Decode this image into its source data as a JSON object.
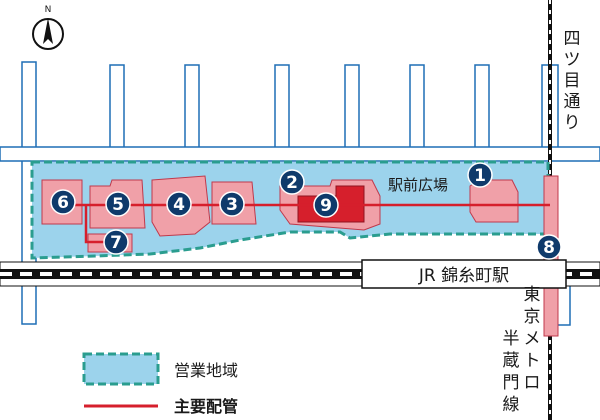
{
  "compass": {
    "label": "N"
  },
  "labels": {
    "plaza": "駅前広場",
    "jr_station": "JR 錦糸町駅",
    "yotsume_chars": [
      "四",
      "ツ",
      "目",
      "通",
      "り"
    ],
    "metro_chars": [
      "東",
      "京",
      "メ",
      "ト",
      "ロ",
      "半",
      "蔵",
      "門",
      "線"
    ]
  },
  "markers": [
    "1",
    "2",
    "3",
    "4",
    "5",
    "6",
    "7",
    "8",
    "9"
  ],
  "legend": {
    "service_area": "営業地域",
    "main_pipe": "主要配管"
  },
  "colors": {
    "road_fill": "#ffffff",
    "road_stroke": "#1e6eb5",
    "area_fill": "#9cd3ec",
    "area_border": "#2a9d8f",
    "building_fill": "#f0a0a8",
    "building_stroke": "#c0394b",
    "pipe": "#d61f2c",
    "marker": "#0f3a6b",
    "rail": "#111111"
  }
}
